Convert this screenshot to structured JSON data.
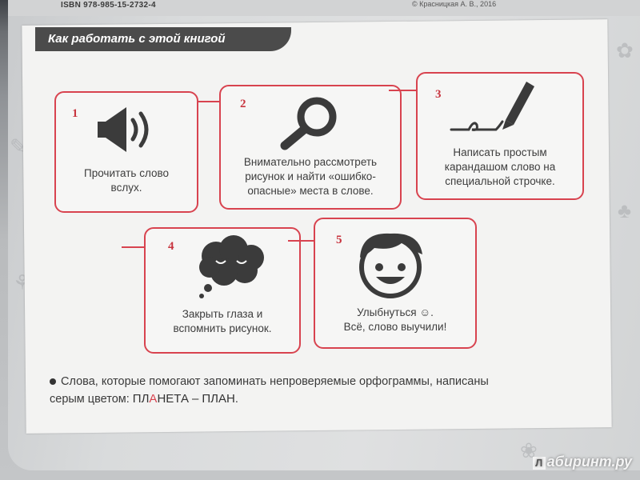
{
  "isbn": "ISBN 978-985-15-2732-4",
  "copyright": "© Красницкая А. В., 2016",
  "header_title": "Как работать с этой книгой",
  "steps": [
    {
      "number": "1",
      "caption_l1": "Прочитать слово",
      "caption_l2": "вслух.",
      "caption_l3": "",
      "icon": "speaker-icon"
    },
    {
      "number": "2",
      "caption_l1": "Внимательно рассмотреть",
      "caption_l2": "рисунок и найти «ошибко-",
      "caption_l3": "опасные» места в слове.",
      "icon": "magnifier-icon"
    },
    {
      "number": "3",
      "caption_l1": "Написать простым",
      "caption_l2": "карандашом слово на",
      "caption_l3": "специальной строчке.",
      "icon": "pencil-icon"
    },
    {
      "number": "4",
      "caption_l1": "Закрыть глаза и",
      "caption_l2": "вспомнить рисунок.",
      "caption_l3": "",
      "icon": "thought-cloud-icon"
    },
    {
      "number": "5",
      "caption_l1": "Улыбнуться ☺.",
      "caption_l2": "Всё, слово выучили!",
      "caption_l3": "",
      "icon": "smiling-face-icon"
    }
  ],
  "note": {
    "line1": "Слова, которые помогают запоминать непроверяемые орфограммы, написаны",
    "line2": "серым цветом:",
    "word_pre": "ПЛ",
    "word_hl": "А",
    "word_post": "НЕТА",
    "dash": "–",
    "word2": "ПЛАН",
    "end": "."
  },
  "watermark": "абиринт.ру",
  "watermark_letter": "Л",
  "colors": {
    "accent": "#d8434f",
    "header_bg": "#4b4b4b",
    "icon": "#3b3b3b"
  }
}
